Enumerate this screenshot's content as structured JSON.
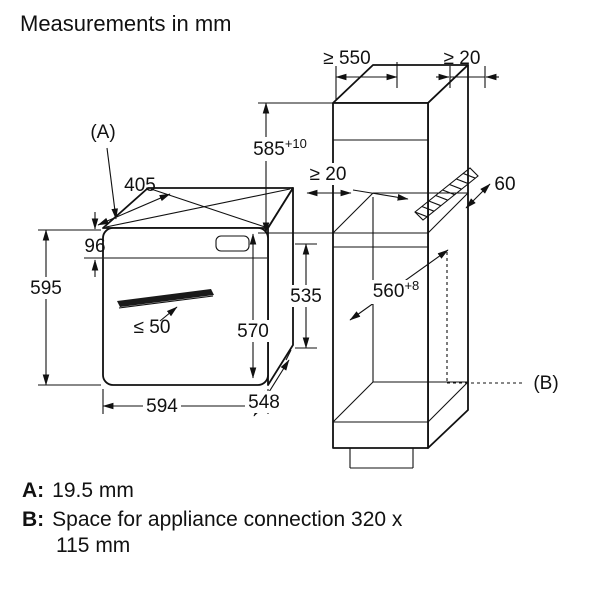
{
  "title": "Measurements in mm",
  "oven": {
    "ref_label": "(A)",
    "dims": {
      "top_depth": "405",
      "panel_height": "96",
      "height": "595",
      "handle_clearance": "≤ 50",
      "door_height": "570",
      "width": "594",
      "depth": "548",
      "body_height": "535"
    }
  },
  "cabinet": {
    "ref_label": "(B)",
    "dims": {
      "top_depth": "≥ 550",
      "top_rear_gap": "≥ 20",
      "niche_height": "585",
      "niche_height_tol": "+10",
      "rear_gap": "≥ 20",
      "rear_clearance": "60",
      "niche_depth": "560",
      "niche_depth_tol": "+8"
    }
  },
  "notes": {
    "a_key": "A:",
    "a_value": "19.5 mm",
    "b_key": "B:",
    "b_value_line1": "Space for appliance connection 320 x",
    "b_value_line2": "115 mm"
  },
  "colors": {
    "line": "#111111",
    "background": "#ffffff"
  }
}
